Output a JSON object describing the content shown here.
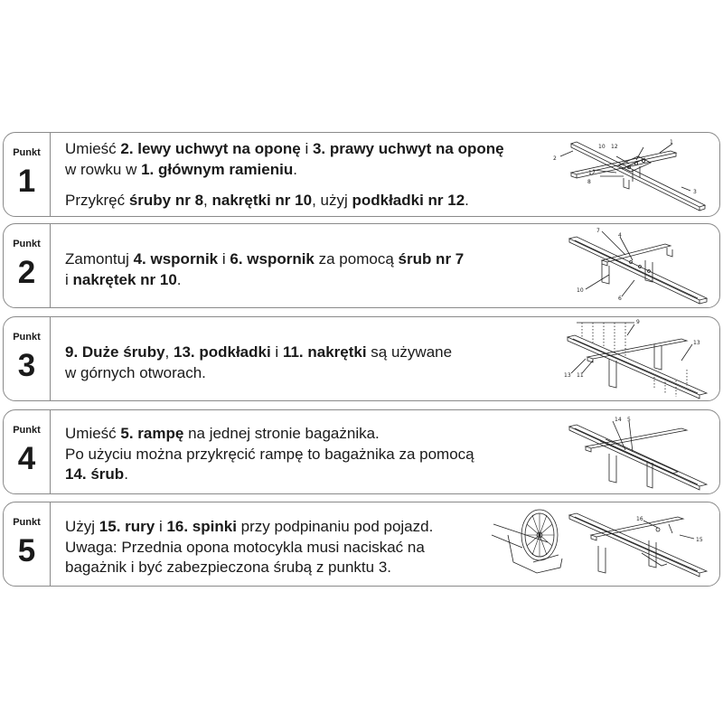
{
  "steps": [
    {
      "label": "Punkt",
      "number": "1",
      "paragraphs": [
        [
          "Umieść ",
          {
            "b": "2. lewy uchwyt na oponę"
          },
          " i ",
          {
            "b": "3. prawy uchwyt na oponę"
          }
        ],
        [
          "w rowku w ",
          {
            "b": "1. głównym ramieniu"
          },
          "."
        ],
        [
          "Przykręć ",
          {
            "b": "śruby nr 8"
          },
          ", ",
          {
            "b": "nakrętki nr 10"
          },
          ", użyj ",
          {
            "b": "podkładki nr 12"
          },
          "."
        ]
      ],
      "callouts": [
        "1",
        "2",
        "3",
        "10",
        "12",
        "12",
        "8"
      ]
    },
    {
      "label": "Punkt",
      "number": "2",
      "paragraphs": [
        [
          "Zamontuj ",
          {
            "b": "4. wspornik"
          },
          " i ",
          {
            "b": "6. wspornik"
          },
          " za pomocą ",
          {
            "b": "śrub nr 7"
          }
        ],
        [
          "i ",
          {
            "b": "nakrętek nr 10"
          },
          "."
        ]
      ],
      "callouts": [
        "7",
        "4",
        "10",
        "6"
      ]
    },
    {
      "label": "Punkt",
      "number": "3",
      "paragraphs": [
        [
          {
            "b": "9. Duże śruby"
          },
          ", ",
          {
            "b": "13. podkładki"
          },
          " i ",
          {
            "b": "11. nakrętki"
          },
          " są używane"
        ],
        [
          "w górnych otworach."
        ]
      ],
      "callouts": [
        "9",
        "13",
        "13",
        "11"
      ]
    },
    {
      "label": "Punkt",
      "number": "4",
      "paragraphs": [
        [
          "Umieść ",
          {
            "b": "5. rampę"
          },
          " na jednej stronie bagażnika."
        ],
        [
          "Po użyciu można przykręcić rampę to bagażnika za pomocą"
        ],
        [
          {
            "b": "14. śrub"
          },
          "."
        ]
      ],
      "callouts": [
        "14",
        "5"
      ]
    },
    {
      "label": "Punkt",
      "number": "5",
      "paragraphs": [
        [
          "Użyj ",
          {
            "b": "15. rury"
          },
          " i ",
          {
            "b": "16. spinki"
          },
          " przy podpinaniu pod pojazd."
        ],
        [
          "Uwaga: Przednia opona motocykla musi naciskać na"
        ],
        [
          "bagażnik i być zabezpieczona śrubą z punktu 3."
        ]
      ],
      "callouts": [
        "16",
        "15"
      ]
    }
  ]
}
